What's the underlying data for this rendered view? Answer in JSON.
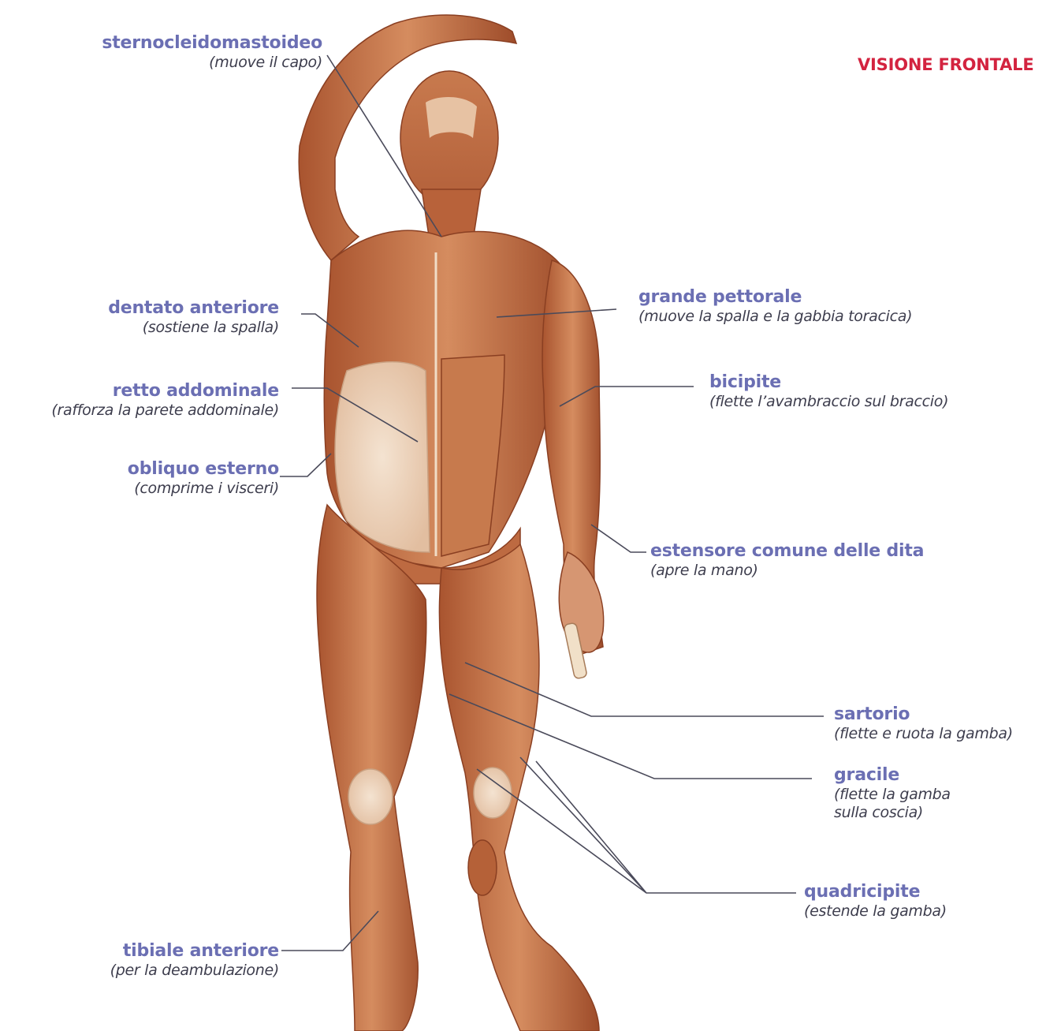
{
  "title": "VISIONE FRONTALE",
  "accent_colors": {
    "label": "#6b6fb3",
    "title": "#d3233f",
    "muscle": "#c8744a",
    "tendon": "#ead0b6"
  },
  "labels": {
    "sterno": {
      "name": "sternocleidomastoideo",
      "desc": "(muove il capo)"
    },
    "dentato": {
      "name": "dentato anteriore",
      "desc": "(sostiene la spalla)"
    },
    "retto": {
      "name": "retto addominale",
      "desc": "(rafforza la parete addominale)"
    },
    "obliquo": {
      "name": "obliquo esterno",
      "desc": "(comprime i visceri)"
    },
    "tibiale": {
      "name": "tibiale anteriore",
      "desc": "(per la deambulazione)"
    },
    "pettorale": {
      "name": "grande pettorale",
      "desc": "(muove la spalla e la gabbia toracica)"
    },
    "bicipite": {
      "name": "bicipite",
      "desc": "(flette l’avambraccio sul braccio)"
    },
    "estensore": {
      "name": "estensore comune delle dita",
      "desc": "(apre la mano)"
    },
    "sartorio": {
      "name": "sartorio",
      "desc": "(flette e ruota la gamba)"
    },
    "gracile": {
      "name": "gracile",
      "desc": "(flette la gamba",
      "desc2": "sulla coscia)"
    },
    "quadricipite": {
      "name": "quadricipite",
      "desc": "(estende la gamba)"
    }
  }
}
